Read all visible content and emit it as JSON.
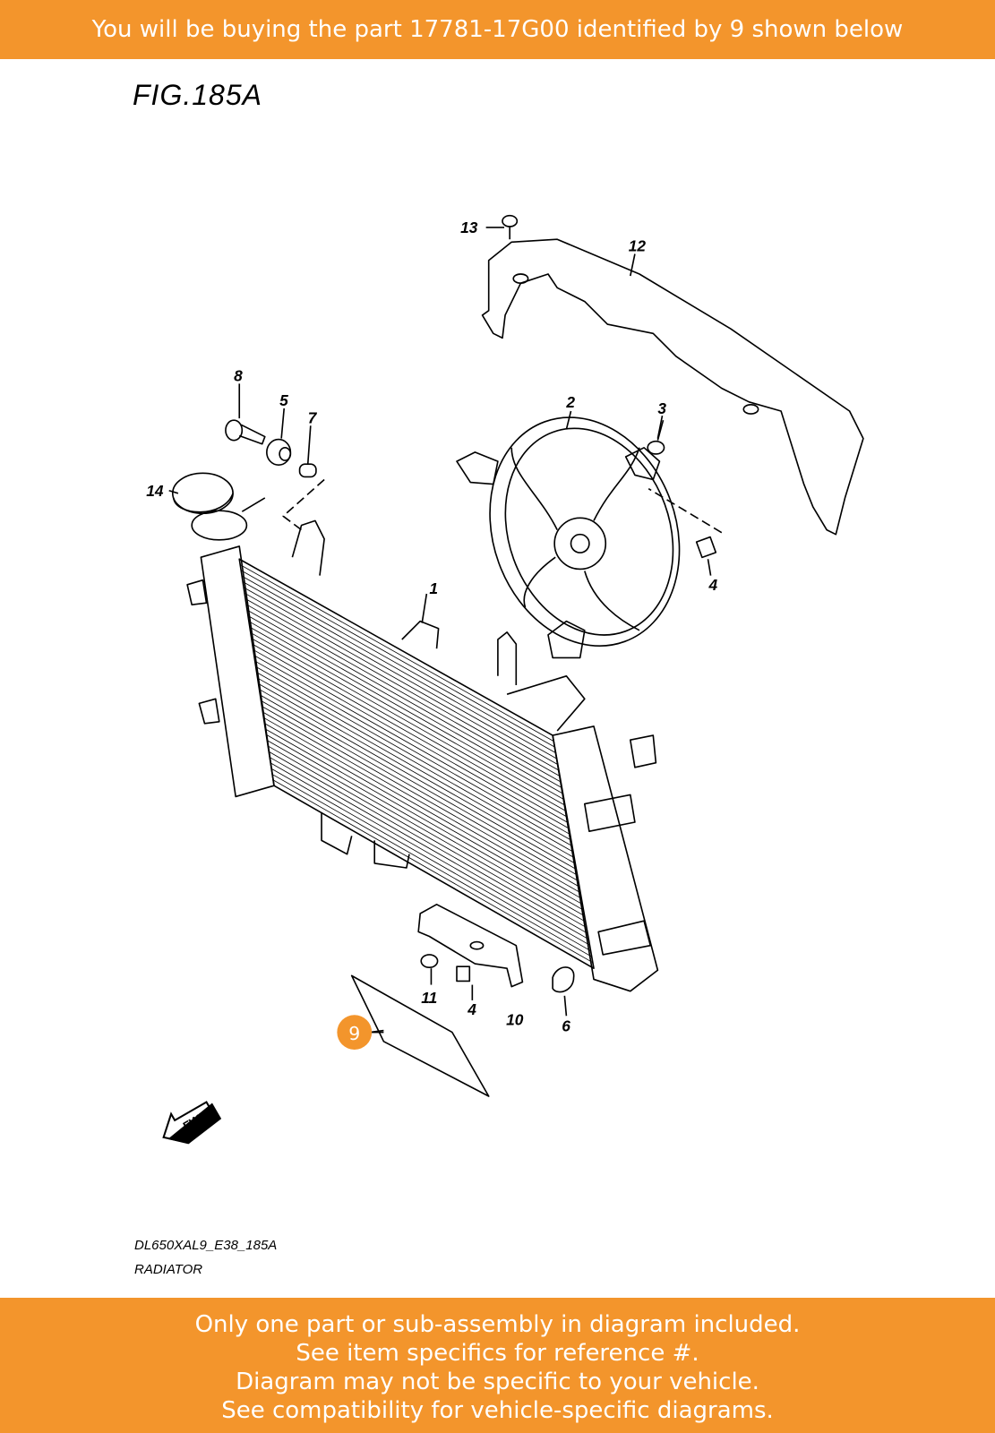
{
  "banner": {
    "text": "You will be buying the part 17781-17G00 identified by 9 shown below"
  },
  "figure": {
    "title": "FIG.185A",
    "model_code": "DL650XAL9_E38_185A",
    "section_name": "RADIATOR",
    "fwd_label": "FWD",
    "highlight_color": "#f3952c",
    "callouts": [
      "1",
      "2",
      "3",
      "4",
      "4",
      "5",
      "6",
      "7",
      "8",
      "9",
      "10",
      "11",
      "12",
      "13",
      "14"
    ],
    "selected_callout": "9"
  },
  "footer": {
    "lines": [
      "Only one part or sub-assembly in diagram included.",
      "See item specifics for reference #.",
      "Diagram may not be specific to your vehicle.",
      "See compatibility for vehicle-specific diagrams."
    ]
  }
}
